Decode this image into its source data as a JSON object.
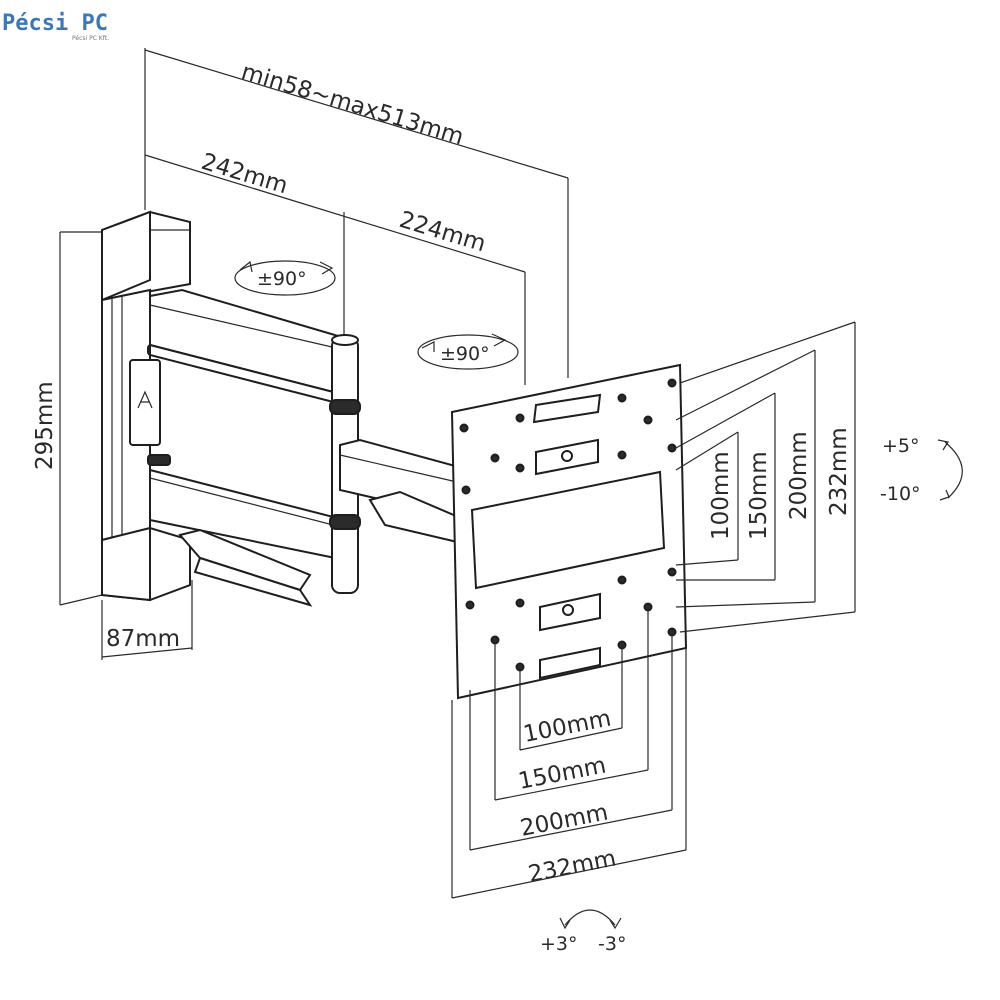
{
  "dimensions": {
    "overall_reach": "min58~max513mm",
    "arm_first": "242mm",
    "arm_second": "224mm",
    "wall_height": "295mm",
    "wall_width": "87mm",
    "vesa_v1": "100mm",
    "vesa_v2": "150mm",
    "vesa_v3": "200mm",
    "vesa_v4": "232mm",
    "vesa_h1": "100mm",
    "vesa_h2": "150mm",
    "vesa_h3": "200mm",
    "vesa_h4": "232mm"
  },
  "angles": {
    "swivel_wall": "±90°",
    "swivel_arm": "±90°",
    "tilt_up": "+5°",
    "tilt_down": "-10°",
    "level_plus": "+3°",
    "level_minus": "-3°"
  },
  "brand": {
    "logo_text": "Pécsi PC",
    "logo_sub": "Pécsi PC Kft."
  }
}
